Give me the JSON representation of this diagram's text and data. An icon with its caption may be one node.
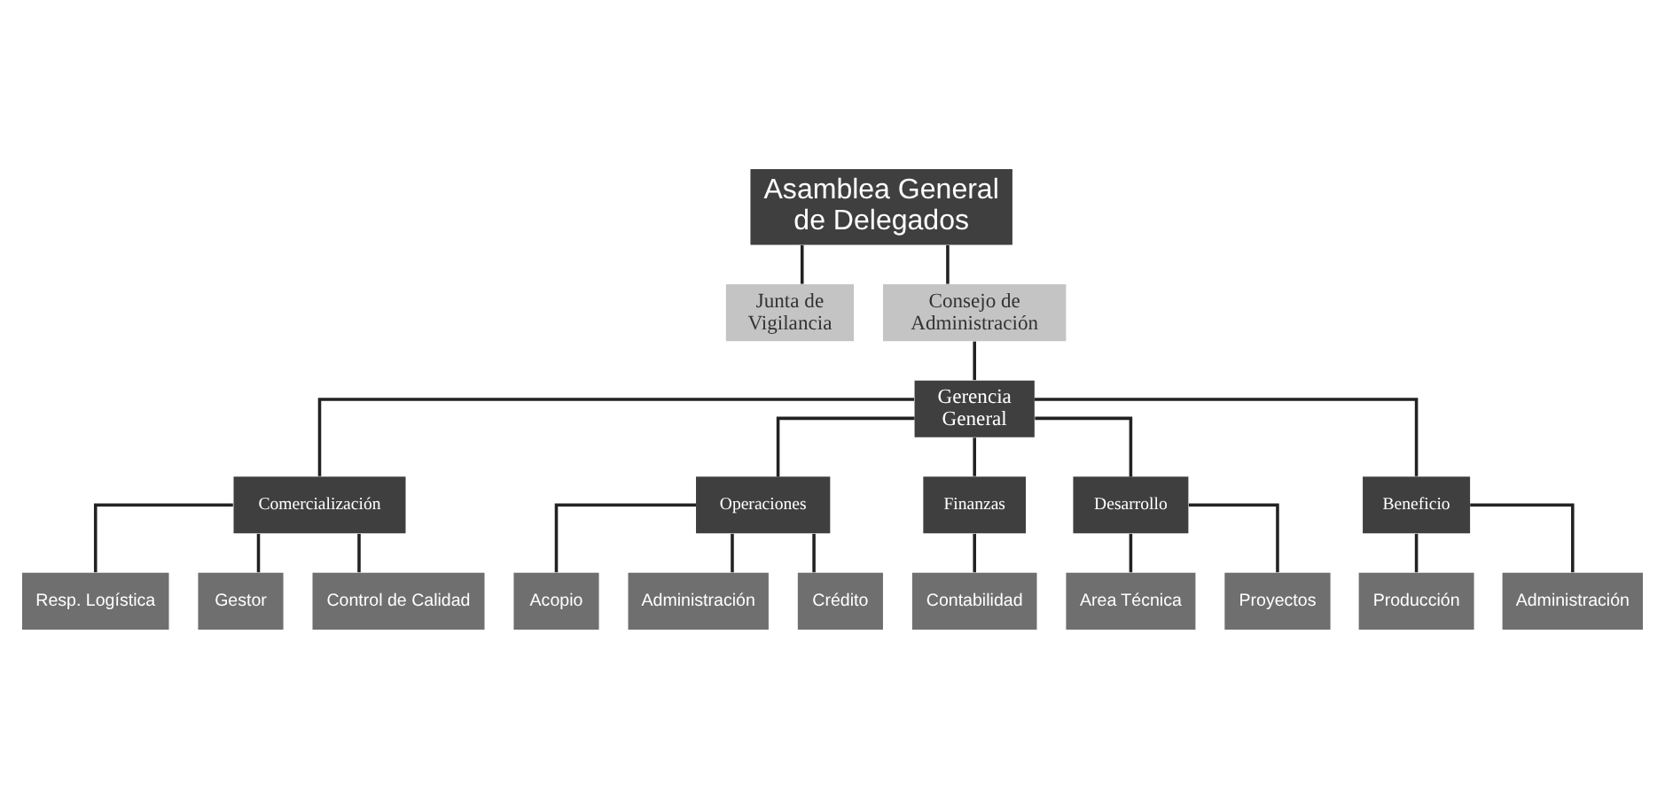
{
  "diagram": {
    "nodes": [
      {
        "text": [
          "Asamblea General de Delegados"
        ]
      },
      {
        "text": [
          "Junta de Vigilancia"
        ]
      },
      {
        "text": [
          "Consejo de Administración"
        ]
      },
      {
        "text": [
          "Gerencia General"
        ]
      },
      {
        "text": [
          "Comercialización"
        ]
      },
      {
        "text": [
          "Resp. Logística"
        ]
      },
      {
        "text": [
          "Gestor"
        ]
      },
      {
        "text": [
          "Control de Calidad"
        ]
      },
      {
        "text": [
          "Operaciones"
        ]
      },
      {
        "text": [
          "Finanzas"
        ]
      },
      {
        "text": [
          "Desarrollo"
        ]
      },
      {
        "text": [
          "Beneficio"
        ]
      },
      {
        "text": [
          "Acopio"
        ]
      },
      {
        "text": [
          "Administración"
        ]
      },
      {
        "text": [
          "Crédito"
        ]
      },
      {
        "text": [
          "Contabilidad"
        ]
      },
      {
        "text": [
          "Area Técnica"
        ]
      },
      {
        "text": [
          "Proyectos"
        ]
      },
      {
        "text": [
          "Producción"
        ]
      },
      {
        "text": [
          "Administración"
        ]
      }
    ],
    "edges": [
      {
        "from": 0,
        "to": 1,
        "arrow": "none"
      },
      {
        "from": 0,
        "to": 2,
        "arrow": "none"
      },
      {
        "from": 2,
        "to": 3,
        "arrow": "none"
      },
      {
        "from": 3,
        "to": 4,
        "arrow": "none"
      },
      {
        "from": 4,
        "to": 5,
        "arrow": "none"
      },
      {
        "from": 4,
        "to": 6,
        "arrow": "none"
      },
      {
        "from": 4,
        "to": 7,
        "arrow": "none"
      },
      {
        "from": 3,
        "to": 8,
        "arrow": "none"
      },
      {
        "from": 3,
        "to": 9,
        "arrow": "none"
      },
      {
        "from": 3,
        "to": 10,
        "arrow": "none"
      },
      {
        "from": 3,
        "to": 11,
        "arrow": "none"
      },
      {
        "from": 8,
        "to": 12,
        "arrow": "none"
      },
      {
        "from": 8,
        "to": 13,
        "arrow": "none"
      },
      {
        "from": 8,
        "to": 14,
        "arrow": "none"
      },
      {
        "from": 9,
        "to": 15,
        "arrow": "none"
      },
      {
        "from": 10,
        "to": 16,
        "arrow": "none"
      },
      {
        "from": 10,
        "to": 17,
        "arrow": "none"
      },
      {
        "from": 11,
        "to": 18,
        "arrow": "none"
      },
      {
        "from": 11,
        "to": 19,
        "arrow": "none"
      }
    ]
  }
}
